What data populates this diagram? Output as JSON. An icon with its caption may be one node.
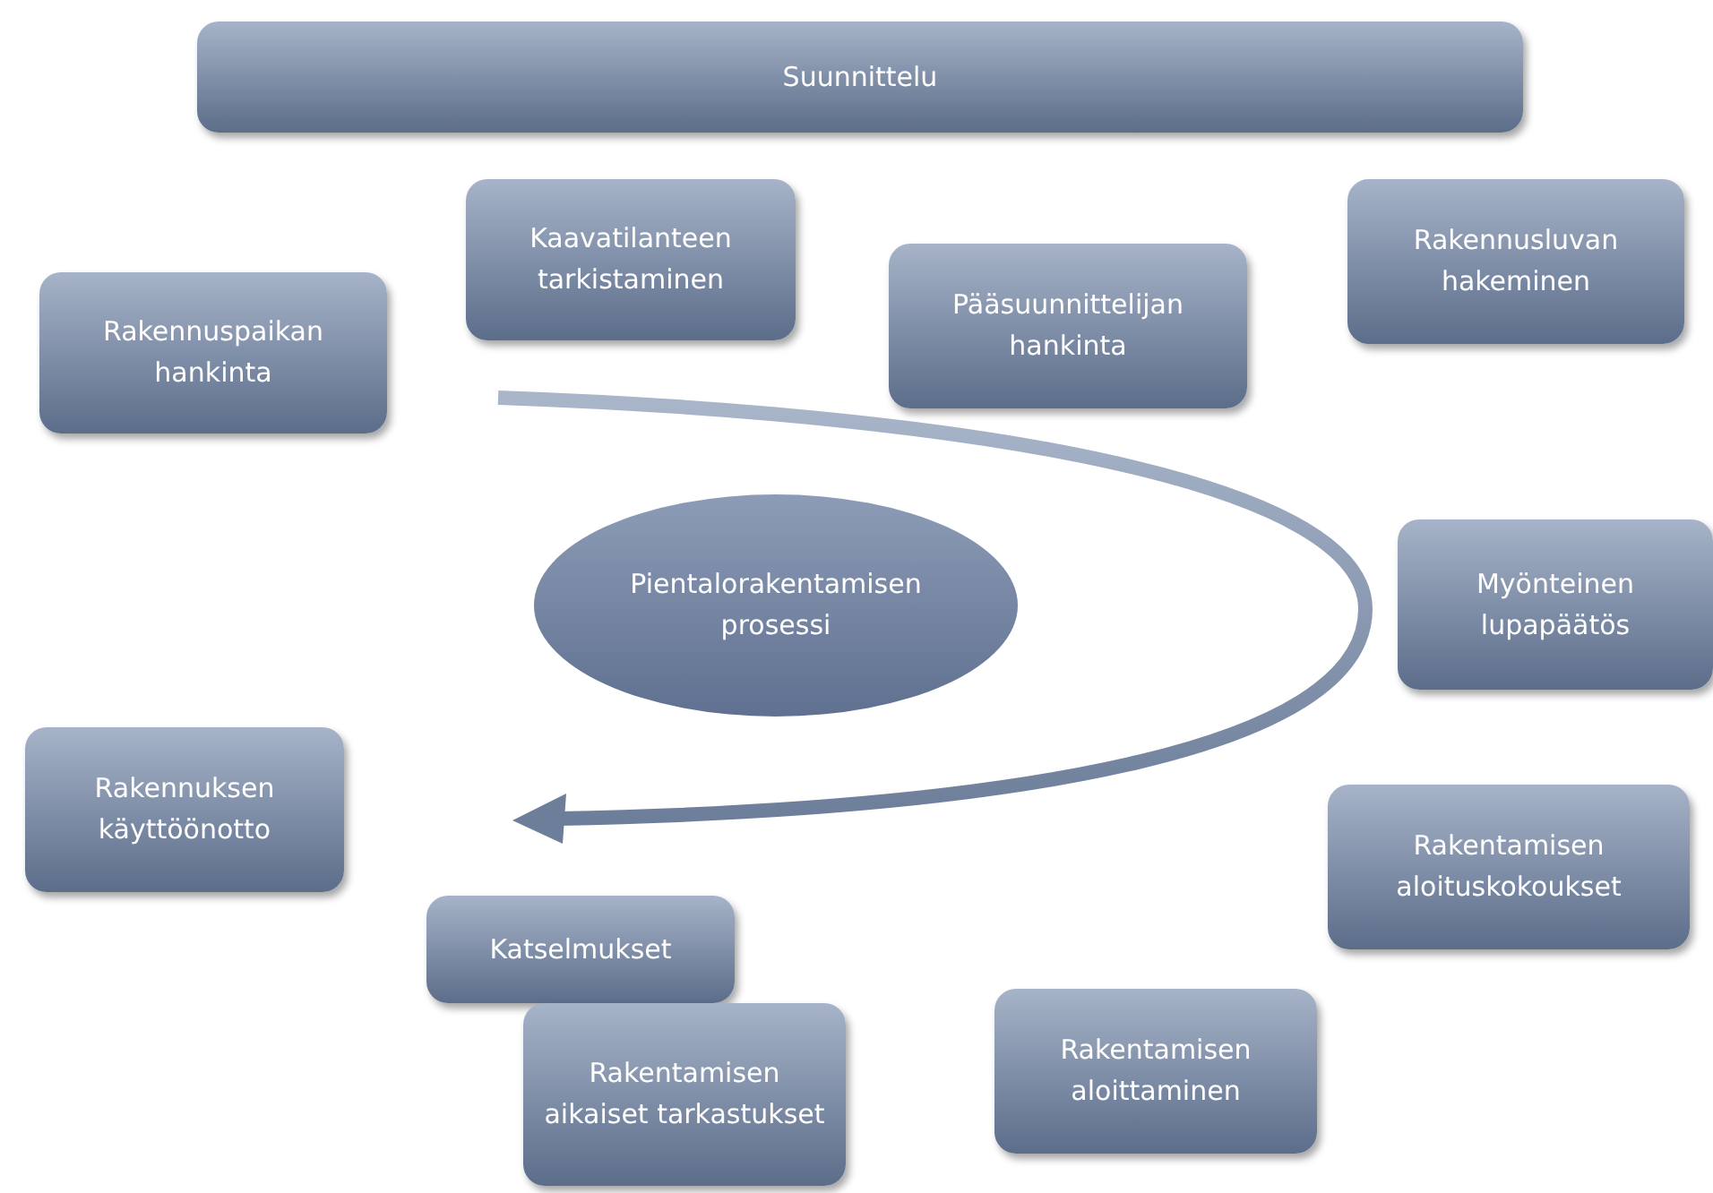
{
  "diagram": {
    "nodes": [
      {
        "text": [
          "Suunnittelu"
        ]
      },
      {
        "text": [
          "Kaavatilanteen tarkistaminen"
        ]
      },
      {
        "text": [
          "Rakennusluvan hakeminen"
        ]
      },
      {
        "text": [
          "Rakennuspaikan hankinta"
        ]
      },
      {
        "text": [
          "Pääsuunnittelijan hankinta"
        ]
      },
      {
        "text": [
          "Pientalorakentamisen prosessi"
        ]
      },
      {
        "text": [
          "Myönteinen lupapäätös"
        ]
      },
      {
        "text": [
          "Rakennuksen käyttöönotto"
        ]
      },
      {
        "text": [
          "Rakentamisen aloituskokoukset"
        ]
      },
      {
        "text": [
          "Katselmukset"
        ]
      },
      {
        "text": [
          "Rakentamisen aikaiset tarkastukset"
        ]
      },
      {
        "text": [
          "Rakentamisen aloittaminen"
        ]
      }
    ]
  }
}
